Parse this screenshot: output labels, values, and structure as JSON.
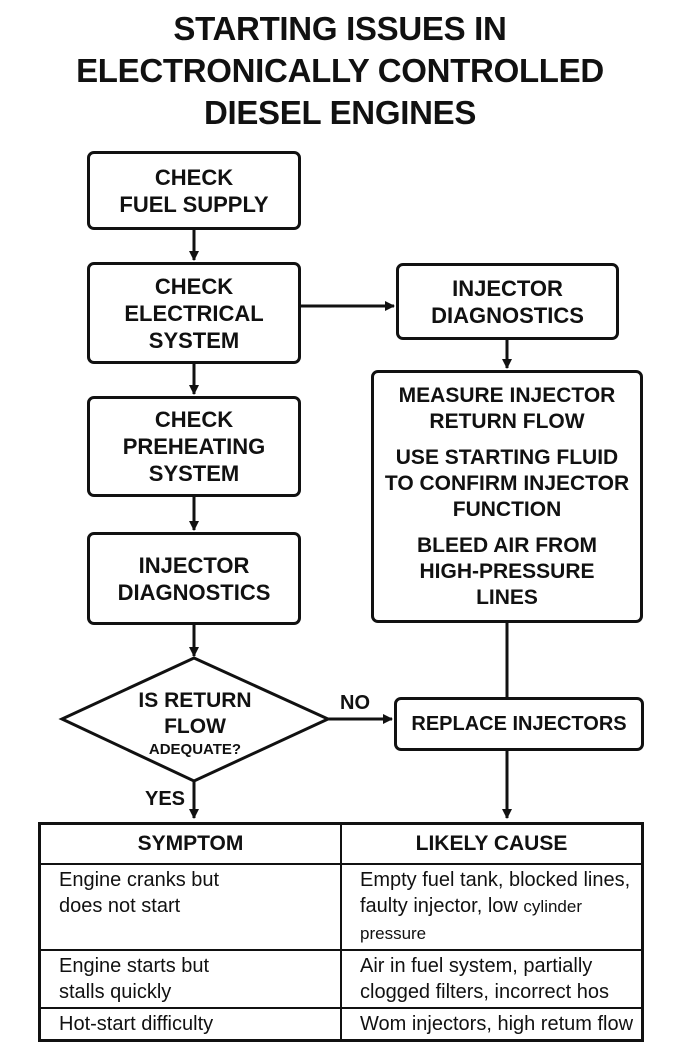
{
  "title": {
    "line1": "STARTING ISSUES IN",
    "line2": "ELECTRONICALLY CONTROLLED",
    "line3": "DIESEL ENGINES"
  },
  "flow": {
    "check_fuel": [
      "CHECK",
      "FUEL SUPPLY"
    ],
    "check_electrical": [
      "CHECK",
      "ELECTRICAL",
      "SYSTEM"
    ],
    "check_preheating": [
      "CHECK",
      "PREHEATING",
      "SYSTEM"
    ],
    "injector_diag_left": [
      "INJECTOR",
      "DIAGNOSTICS"
    ],
    "injector_diag_right": [
      "INJECTOR",
      "DIAGNOSTICS"
    ],
    "steps": {
      "step1": [
        "MEASURE INJECTOR",
        "RETURN FLOW"
      ],
      "step2": [
        "USE STARTING FLUID",
        "TO CONFIRM INJECTOR",
        "FUNCTION"
      ],
      "step3": [
        "BLEED AIR FROM",
        "HIGH-PRESSURE",
        "LINES"
      ]
    },
    "decision": [
      "IS RETURN",
      "FLOW",
      "ADEQUATE?"
    ],
    "no_label": "NO",
    "yes_label": "YES",
    "replace_injectors": "REPLACE INJECTORS"
  },
  "table": {
    "headers": [
      "SYMPTOM",
      "LIKELY CAUSE"
    ],
    "rows": [
      {
        "symptom": [
          "Engine cranks but",
          "does not start"
        ],
        "cause": [
          "Empty fuel tank, blocked lines,",
          "faulty injector, low"
        ],
        "cause_small": "cylinder pressure"
      },
      {
        "symptom": [
          "Engine starts but",
          "stalls quickly"
        ],
        "cause": [
          "Air in fuel system, partially",
          "clogged filters, incorrect hos"
        ]
      },
      {
        "symptom": [
          "Hot-start difficulty"
        ],
        "cause": [
          "Wom injectors, high retum flow"
        ]
      }
    ]
  }
}
